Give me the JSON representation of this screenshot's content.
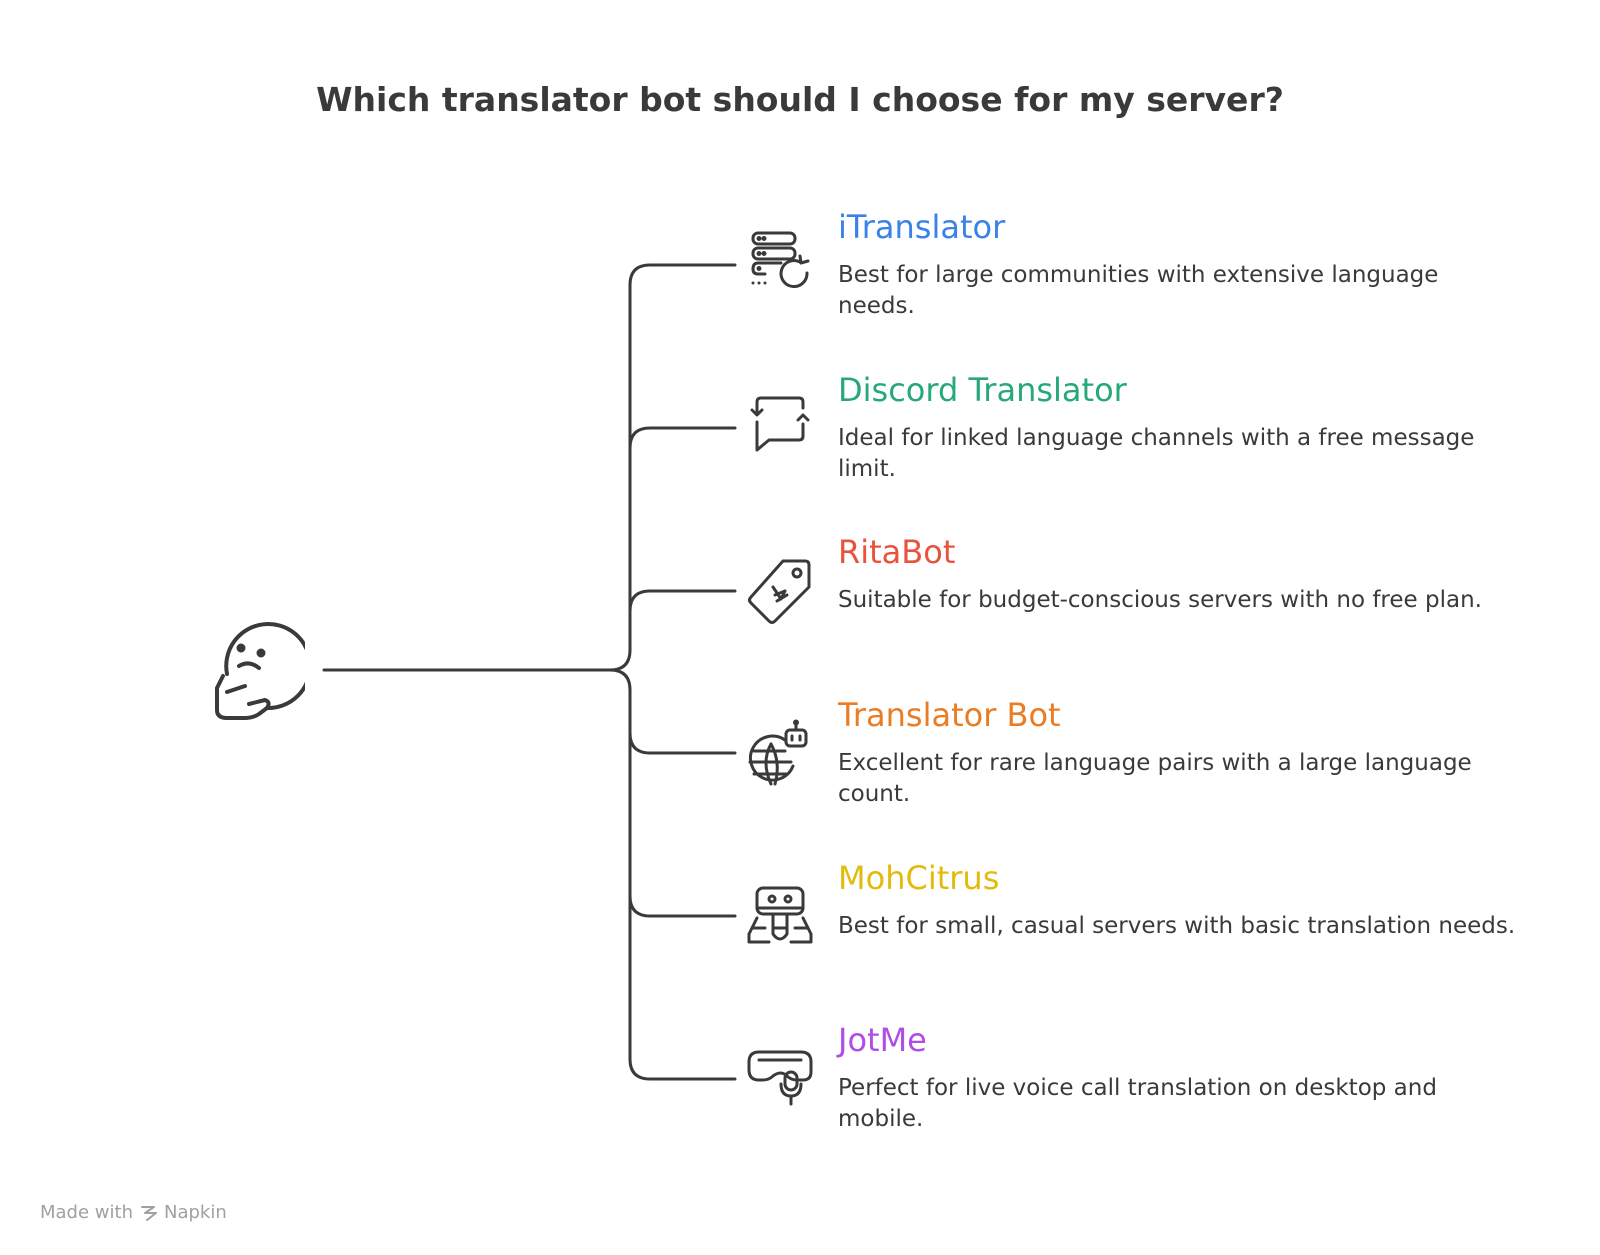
{
  "title": "Which translator bot should I choose for my server?",
  "items": [
    {
      "name": "iTranslator",
      "description": "Best for large communities with extensive language needs.",
      "color": "#3b82e8",
      "icon": "server-refresh-icon"
    },
    {
      "name": "Discord Translator",
      "description": "Ideal for linked language channels with a free message limit.",
      "color": "#27a879",
      "icon": "chat-arrows-icon"
    },
    {
      "name": "RitaBot",
      "description": "Suitable for budget-conscious servers with no free plan.",
      "color": "#e8533f",
      "icon": "price-tag-icon"
    },
    {
      "name": "Translator Bot",
      "description": "Excellent for rare language pairs with a large language count.",
      "color": "#ea7d24",
      "icon": "globe-robot-icon"
    },
    {
      "name": "MohCitrus",
      "description": "Best for small, casual servers with basic translation needs.",
      "color": "#e3bb0d",
      "icon": "robot-icon"
    },
    {
      "name": "JotMe",
      "description": "Perfect for live voice call translation on desktop and mobile.",
      "color": "#b04de6",
      "icon": "vr-headset-mic-icon"
    }
  ],
  "footer": {
    "made_with": "Made with",
    "brand": "Napkin"
  }
}
